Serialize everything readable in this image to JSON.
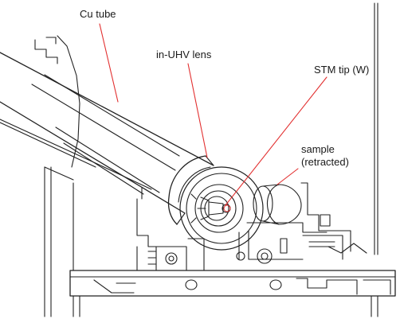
{
  "diagram": {
    "colors": {
      "line": "#222222",
      "callout": "#e23030",
      "background": "#ffffff"
    },
    "labels": {
      "cu_tube": "Cu tube",
      "lens": "in-UHV lens",
      "stm_tip": "STM tip (W)",
      "sample_line1": "sample",
      "sample_line2": "(retracted)"
    }
  }
}
